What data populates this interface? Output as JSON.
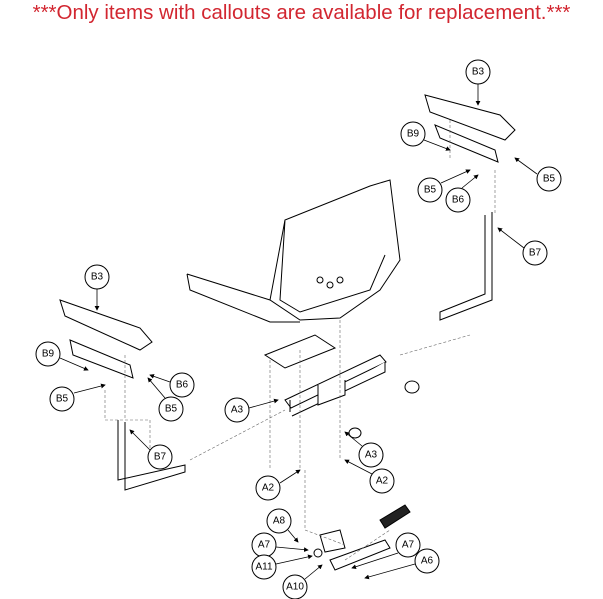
{
  "notice": "***Only items with callouts are available for replacement.***",
  "callouts": [
    "B3",
    "B9",
    "B5",
    "B5",
    "B6",
    "B7",
    "B3",
    "B9",
    "B6",
    "B5",
    "B5",
    "B7",
    "A3",
    "A3",
    "A2",
    "A2",
    "A8",
    "A7",
    "A7",
    "A11",
    "A6",
    "A10"
  ]
}
